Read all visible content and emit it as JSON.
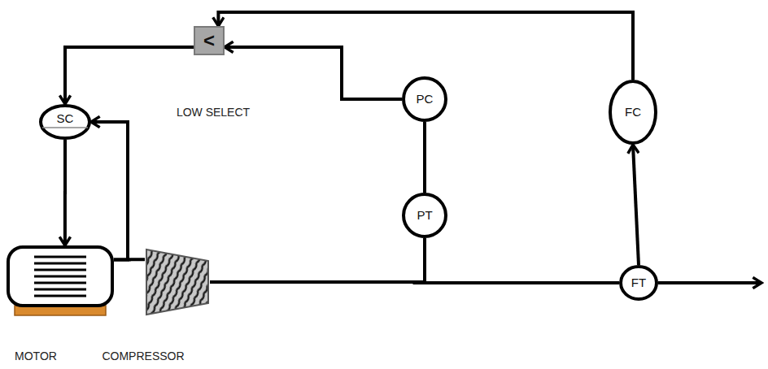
{
  "diagram": {
    "nodes": [
      {
        "text": [
          "<",
          "LOW SELECT"
        ]
      },
      {
        "text": [
          "SC"
        ]
      },
      {
        "text": [
          "PC"
        ]
      },
      {
        "text": [
          "FC"
        ]
      },
      {
        "text": [
          "PT"
        ]
      },
      {
        "text": [
          "FT"
        ]
      },
      {
        "text": [
          "MOTOR"
        ]
      },
      {
        "text": [
          "COMPRESSOR"
        ]
      }
    ],
    "edges": [
      {
        "from": 3,
        "to": 0,
        "arrow": "to"
      },
      {
        "from": 2,
        "to": 0,
        "arrow": "to"
      },
      {
        "from": 0,
        "to": 1,
        "arrow": "to"
      },
      {
        "from": 1,
        "to": 6,
        "arrow": "to"
      },
      {
        "from": 6,
        "to": 1,
        "arrow": "to"
      },
      {
        "from": 6,
        "to": 7,
        "arrow": "none"
      },
      {
        "from": 2,
        "to": 4,
        "arrow": "none"
      },
      {
        "from": 7,
        "to": 5,
        "arrow": "none"
      },
      {
        "from": 7,
        "to": 4,
        "arrow": "none"
      },
      {
        "from": 5,
        "to": 3,
        "arrow": "to"
      }
    ]
  }
}
